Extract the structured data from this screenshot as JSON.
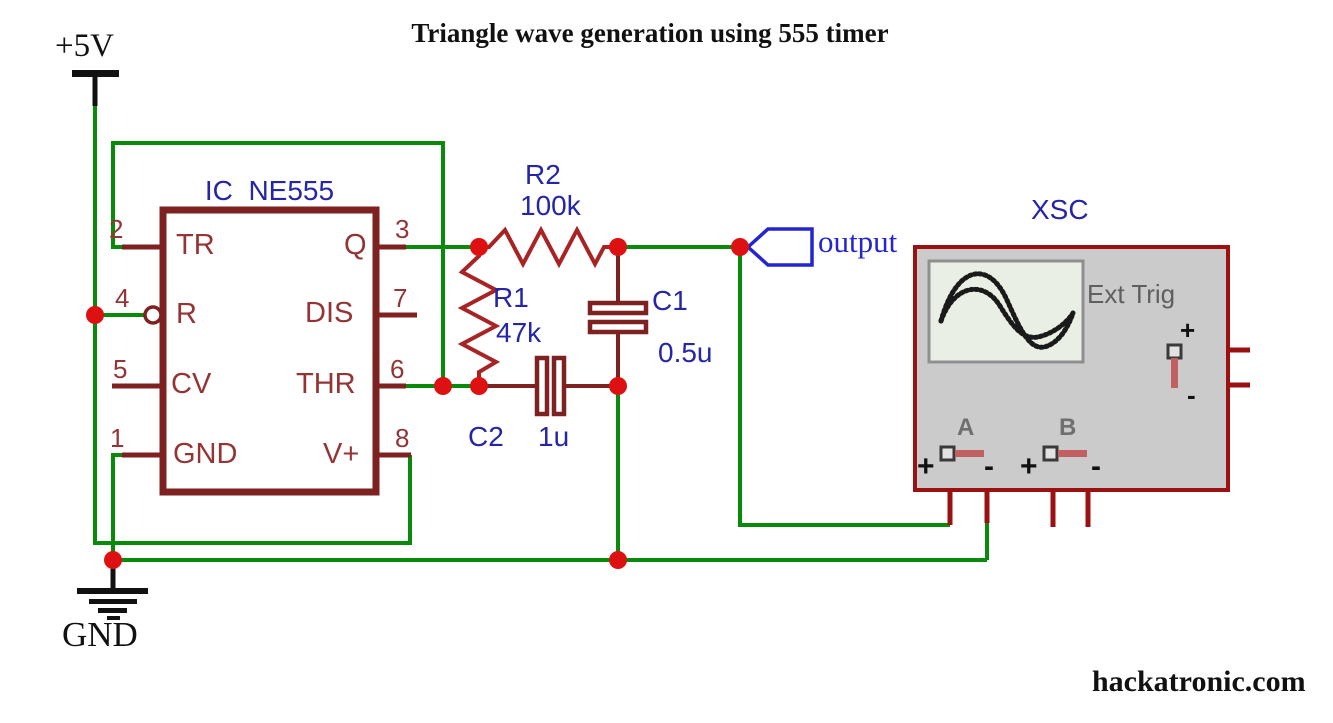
{
  "title": "Triangle wave generation using 555 timer",
  "watermark": "hackatronic.com",
  "power": {
    "vcc": "+5V",
    "gnd": "GND"
  },
  "ic": {
    "ref": "IC  NE555",
    "pins_left": [
      {
        "num": "2",
        "name": "TR"
      },
      {
        "num": "4",
        "name": "R"
      },
      {
        "num": "5",
        "name": "CV"
      },
      {
        "num": "1",
        "name": "GND"
      }
    ],
    "pins_right": [
      {
        "num": "3",
        "name": "Q"
      },
      {
        "num": "7",
        "name": "DIS"
      },
      {
        "num": "6",
        "name": "THR"
      },
      {
        "num": "8",
        "name": "V+"
      }
    ]
  },
  "components": {
    "r2": {
      "ref": "R2",
      "value": "100k"
    },
    "r1": {
      "ref": "R1",
      "value": "47k"
    },
    "c1": {
      "ref": "C1",
      "value": "0.5u"
    },
    "c2": {
      "ref": "C2",
      "value": "1u"
    }
  },
  "output_label": "output",
  "scope": {
    "ref": "XSC",
    "ext_trig": "Ext Trig",
    "channel_a": "A",
    "channel_b": "B",
    "plus": "+",
    "minus": "-"
  },
  "colors": {
    "wire": "#0a8a0a",
    "component": "#7d2121",
    "resistor": "#a82323",
    "pin_red": "#943434",
    "junction": "#dd1111",
    "label_blue": "#2525a8",
    "output_blue": "#2424d0",
    "scope_border": "#9b1111",
    "scope_fill": "#cbcbcb",
    "screen_fill": "#e9efe4",
    "slider_red": "#c06060",
    "ext_trig_gray": "#5f5f5f",
    "channel_gray": "#6f6f6f",
    "text_black": "#111111"
  }
}
